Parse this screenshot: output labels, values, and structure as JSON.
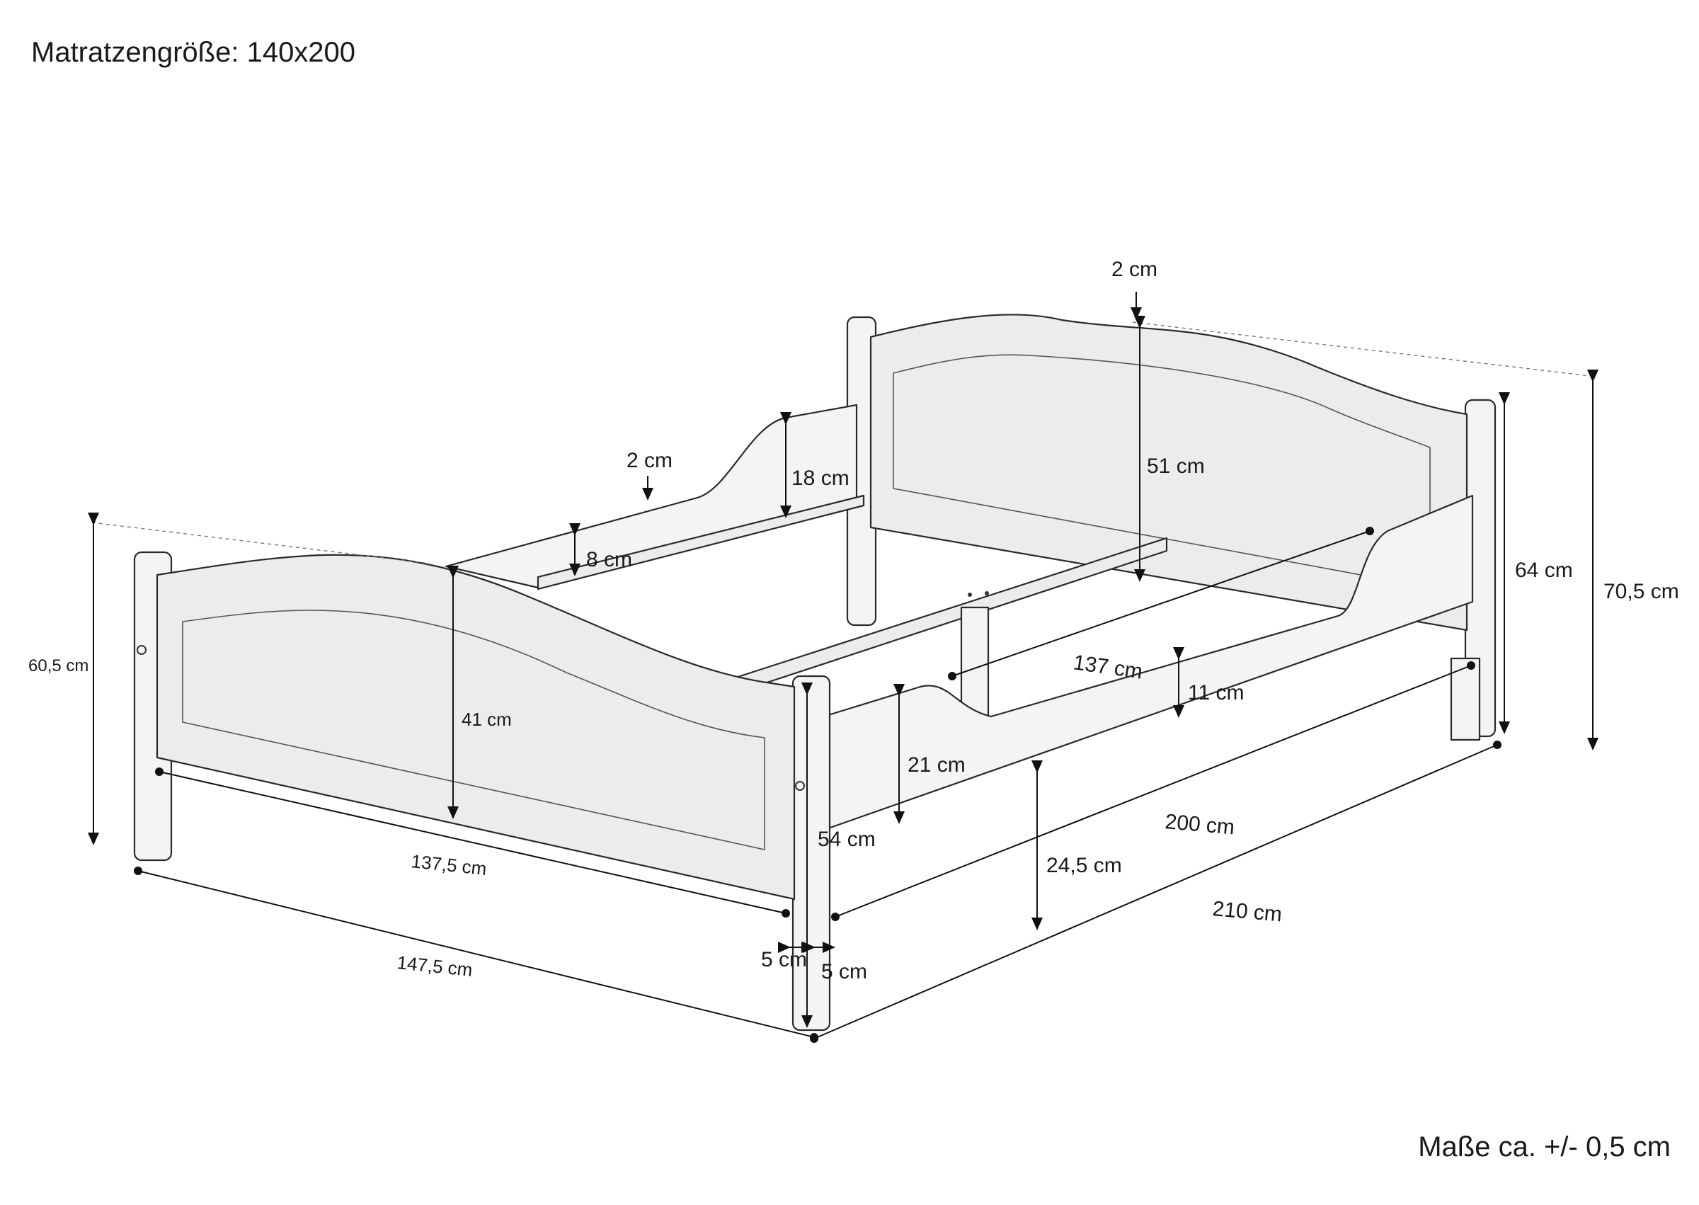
{
  "title": "Matratzengröße: 140x200",
  "note": "Maße ca. +/- 0,5 cm",
  "dimensions": {
    "head_top_thickness": "2 cm",
    "side_rail_thickness": "2 cm",
    "side_rail_rise": "18 cm",
    "slat_support": "8 cm",
    "headboard_panel": "51 cm",
    "inner_width": "137 cm",
    "side_low": "11 cm",
    "side_high": "21 cm",
    "foot_height": "60,5 cm",
    "foot_panel": "41 cm",
    "foot_inner": "137,5 cm",
    "foot_total": "147,5 cm",
    "foot_post": "54 cm",
    "clearance": "24,5 cm",
    "inner_length": "200 cm",
    "total_length": "210 cm",
    "post_width_a": "5 cm",
    "post_width_b": "5 cm",
    "head_post": "64 cm",
    "total_height": "70,5 cm"
  }
}
